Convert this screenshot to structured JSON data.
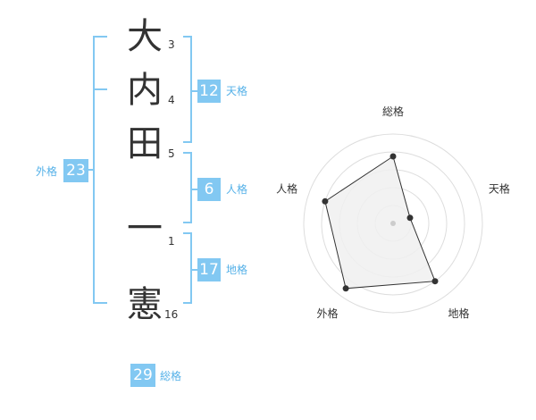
{
  "name": {
    "chars": [
      "大",
      "内",
      "田",
      "一",
      "憲"
    ],
    "strokes": [
      "3",
      "4",
      "5",
      "1",
      "16"
    ]
  },
  "fortunes": {
    "tenkaku": {
      "value": "12",
      "label": "天格"
    },
    "jinkaku": {
      "value": "6",
      "label": "人格"
    },
    "chikaku": {
      "value": "17",
      "label": "地格"
    },
    "gaikaku": {
      "value": "23",
      "label": "外格"
    },
    "soukaku": {
      "value": "29",
      "label": "総格"
    }
  },
  "colors": {
    "accent": "#82c8f2",
    "label": "#55b1e8",
    "text": "#333333",
    "radar_fill": "#f0f0f0",
    "radar_grid": "#dddddd"
  },
  "chart_data": {
    "type": "radar",
    "axes": [
      "総格",
      "天格",
      "地格",
      "外格",
      "人格"
    ],
    "values": [
      0.75,
      0.2,
      0.8,
      0.9,
      0.8
    ],
    "rmax": 1,
    "grid_rings": 5
  }
}
